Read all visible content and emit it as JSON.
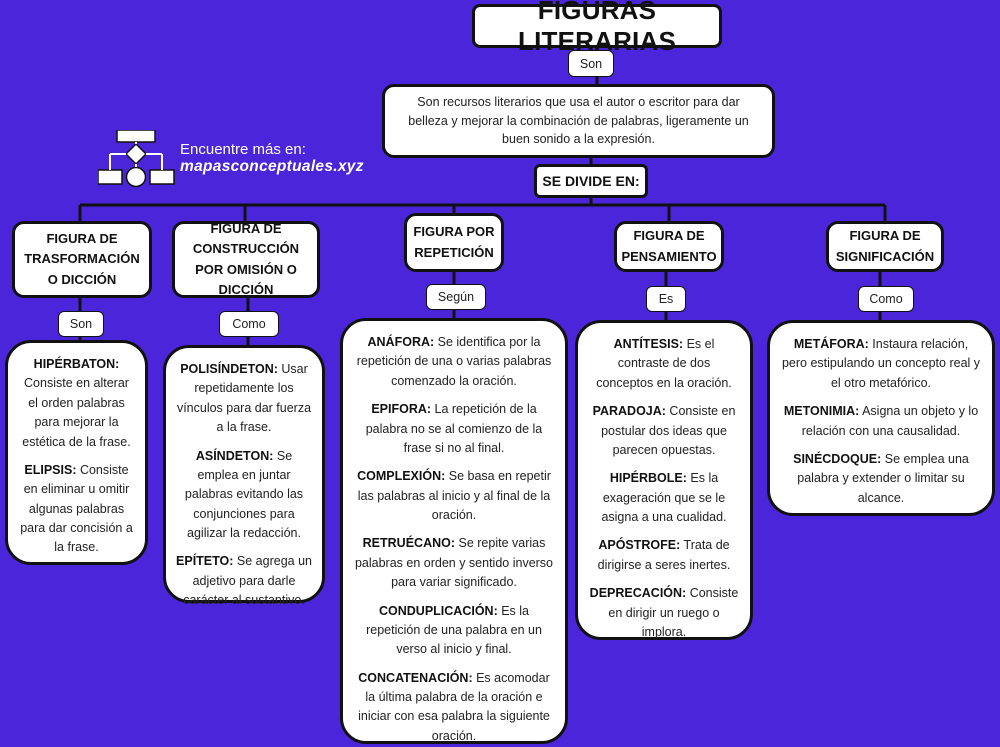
{
  "title": "FIGURAS LITERARIAS",
  "connector_son": "Son",
  "definition": "Son recursos literarios que usa el autor o escritor para dar belleza y mejorar la combinación de palabras, ligeramente un buen sonido a la expresión.",
  "divide_label": "SE DIVIDE EN:",
  "brand": {
    "line1": "Encuentre más en:",
    "line2": "mapasconceptuales.xyz"
  },
  "categories": [
    {
      "title": "FIGURA DE TRASFORMACIÓN O DICCIÓN",
      "connector": "Son",
      "items": [
        {
          "term": "HIPÉRBATON:",
          "desc": " Consiste en alterar el orden palabras para mejorar la estética de la frase."
        },
        {
          "term": "ELIPSIS:",
          "desc": " Consiste en eliminar u omitir algunas palabras para dar concisión a la frase."
        }
      ]
    },
    {
      "title": "FIGURA DE CONSTRUCCIÓN POR OMISIÓN O DICCIÓN",
      "connector": "Como",
      "items": [
        {
          "term": "POLISÍNDETON:",
          "desc": " Usar repetidamente los vínculos para dar fuerza a la frase."
        },
        {
          "term": "ASÍNDETON:",
          "desc": " Se emplea en juntar palabras evitando las conjunciones para agilizar la redacción."
        },
        {
          "term": "EPÍTETO:",
          "desc": " Se agrega un adjetivo para darle carácter al sustantivo."
        }
      ]
    },
    {
      "title": "FIGURA POR REPETICIÓN",
      "connector": "Según",
      "items": [
        {
          "term": "ANÁFORA:",
          "desc": " Se identifica por la repetición de una o varias palabras comenzado la oración."
        },
        {
          "term": "EPIFORA:",
          "desc": " La repetición de la palabra no se al comienzo de la frase si no al final."
        },
        {
          "term": "COMPLEXIÓN:",
          "desc": " Se basa en repetir las palabras al inicio y al final de la oración."
        },
        {
          "term": "RETRUÉCANO:",
          "desc": " Se repite varias palabras en orden y sentido inverso para variar significado."
        },
        {
          "term": "CONDUPLICACIÓN:",
          "desc": " Es la repetición de una palabra en un verso al inicio y final."
        },
        {
          "term": "CONCATENACIÓN:",
          "desc": " Es acomodar la última palabra de la oración e iniciar con esa palabra la siguiente oración."
        }
      ]
    },
    {
      "title": "FIGURA DE PENSAMIENTO",
      "connector": "Es",
      "items": [
        {
          "term": "ANTÍTESIS:",
          "desc": " Es el contraste de dos conceptos en la oración."
        },
        {
          "term": "PARADOJA:",
          "desc": " Consiste en postular dos ideas que parecen opuestas."
        },
        {
          "term": "HIPÉRBOLE:",
          "desc": " Es la exageración que se le asigna a una cualidad."
        },
        {
          "term": "APÓSTROFE:",
          "desc": " Trata de dirigirse a seres inertes."
        },
        {
          "term": "DEPRECACIÓN:",
          "desc": " Consiste en dirigir un ruego o implora."
        }
      ]
    },
    {
      "title": "FIGURA DE SIGNIFICACIÓN",
      "connector": "Como",
      "items": [
        {
          "term": "METÁFORA:",
          "desc": " Instaura relación, pero estipulando un concepto real y el otro metafórico."
        },
        {
          "term": "METONIMIA:",
          "desc": " Asigna un objeto y lo relación con una causalidad."
        },
        {
          "term": "SINÉCDOQUE:",
          "desc": " Se emplea una palabra y extender o limitar su alcance."
        }
      ]
    }
  ]
}
